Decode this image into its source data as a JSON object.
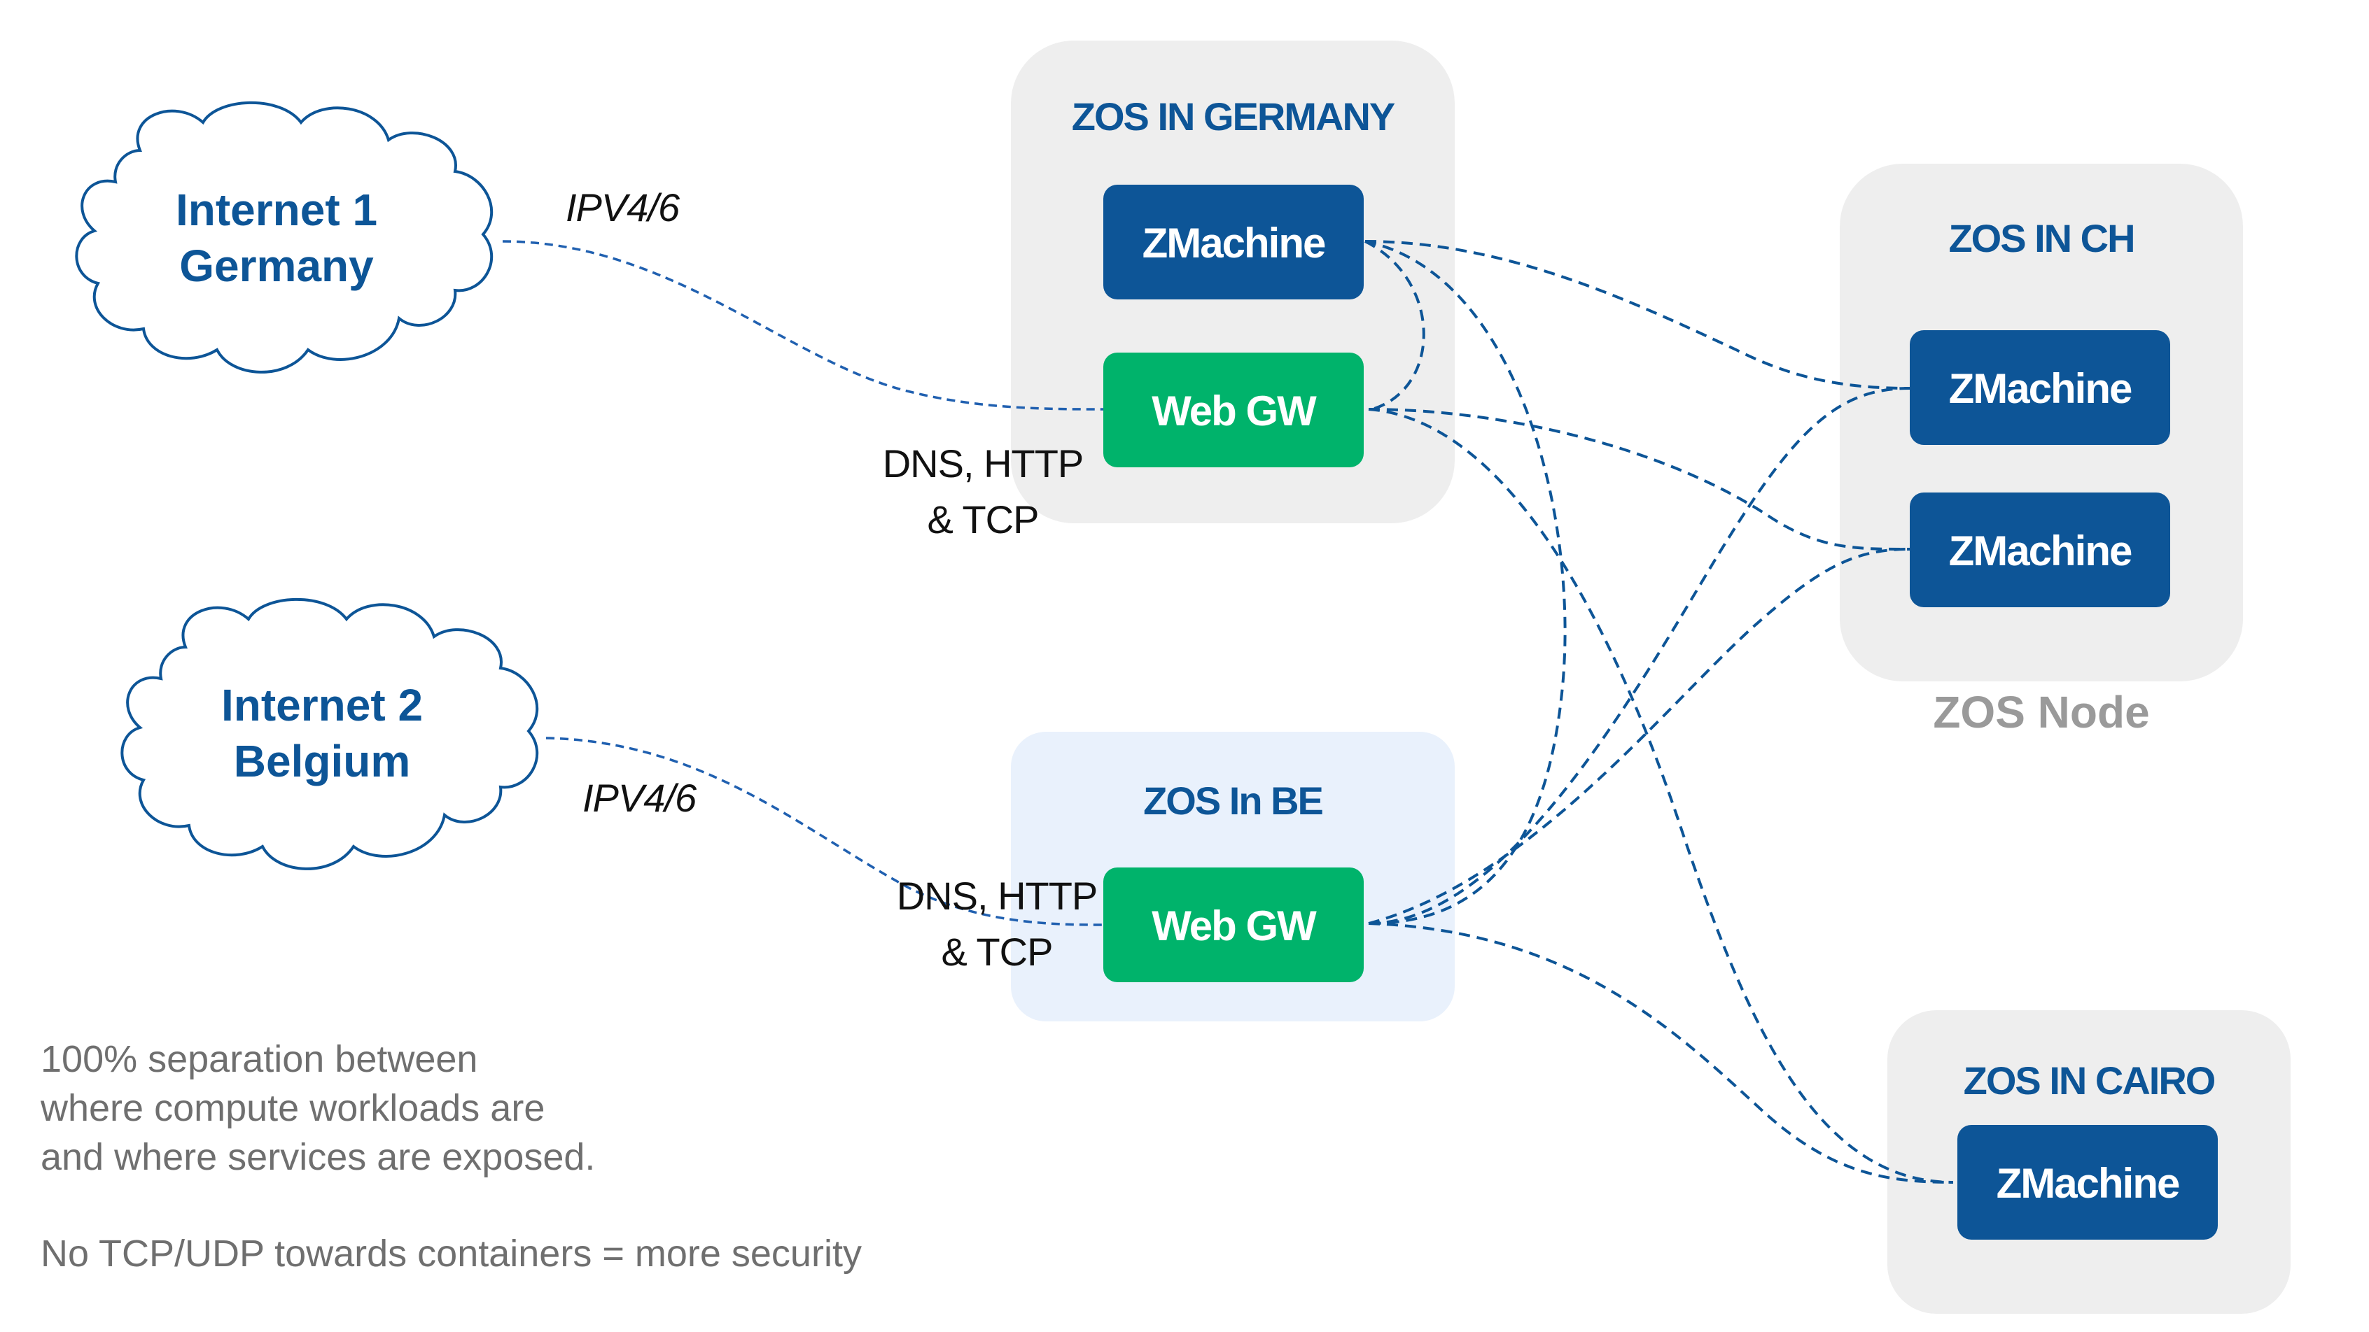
{
  "colors": {
    "node_bg": "#eeeeee",
    "node_be_bg": "#e9f1fc",
    "zmachine": "#0d5597",
    "webgw": "#00b36b",
    "title_blue": "#0d5597",
    "caption_gray": "#9a9a9a",
    "note_gray": "#6f6f6f",
    "line": "#0d5597"
  },
  "clouds": {
    "germany": {
      "line1": "Internet 1",
      "line2": "Germany"
    },
    "belgium": {
      "line1": "Internet 2",
      "line2": "Belgium"
    }
  },
  "nodes": {
    "germany": {
      "title": "ZOS IN GERMANY",
      "zmachine": "ZMachine",
      "webgw": "Web GW"
    },
    "ch": {
      "title": "ZOS IN CH",
      "zmachine1": "ZMachine",
      "zmachine2": "ZMachine",
      "caption": "ZOS Node"
    },
    "be": {
      "title": "ZOS In BE",
      "webgw": "Web GW"
    },
    "cairo": {
      "title": "ZOS IN CAIRO",
      "zmachine": "ZMachine"
    }
  },
  "links": {
    "germany_ip": "IPV4/6",
    "belgium_ip": "IPV4/6",
    "germany_proto_line1": "DNS, HTTP",
    "germany_proto_line2": "& TCP",
    "belgium_proto_line1": "DNS, HTTP",
    "belgium_proto_line2": "& TCP"
  },
  "notes": {
    "line1": "100% separation between",
    "line2": "where compute workloads are",
    "line3": "and where services are exposed.",
    "line4": "No TCP/UDP towards containers = more security"
  }
}
